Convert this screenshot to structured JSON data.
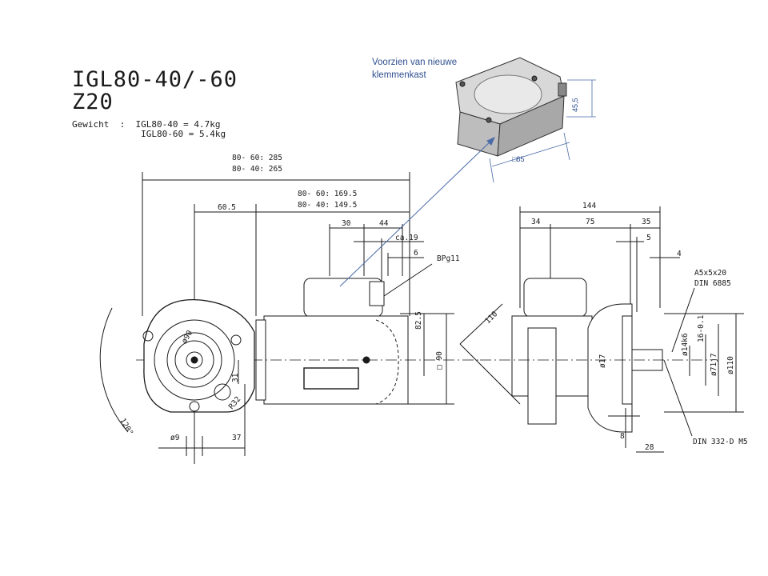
{
  "title": {
    "line1": "IGL80-40/-60",
    "line2": "Z20"
  },
  "weight": {
    "label": "Gewicht",
    "separator": ":",
    "rows": [
      {
        "model": "IGL80-40",
        "value": "= 4.7kg"
      },
      {
        "model": "IGL80-60",
        "value": "= 5.4kg"
      }
    ]
  },
  "note": {
    "line1": "Voorzien van nieuwe",
    "line2": "klemmenkast"
  },
  "terminal_box_dims": {
    "height": "45,5",
    "square": "□85"
  },
  "side_view_dims": {
    "overall_60": "80- 60: 285",
    "overall_40": "80- 40: 265",
    "flange": "60.5",
    "motor_60": "80- 60: 169.5",
    "motor_40": "80- 40: 149.5",
    "d30": "30",
    "d44": "44",
    "ca19": "ca.19",
    "d6": "6",
    "gland": "BPg11",
    "h82_5": "82.5",
    "sq90": "□ 90"
  },
  "front_view_dims": {
    "d90": "ø90",
    "d31": "31",
    "r32": "R32",
    "hole9": "ø9",
    "d37": "37",
    "angle120": "120°"
  },
  "end_view_dims": {
    "total": "144",
    "d34": "34",
    "d75": "75",
    "d35": "35",
    "d5": "5",
    "d4": "4",
    "d110_diag": "110",
    "key": "A5x5x20",
    "key_std": "DIN 6885",
    "d14": "ø14k6",
    "d16": "16-0.1",
    "d71": "ø71j7",
    "d110": "ø110",
    "d17": "ø17",
    "d8": "8",
    "d28": "28",
    "center": "DIN 332-D M5"
  },
  "colors": {
    "line": "#1a1a1a",
    "annotation": "#2f4f8f"
  }
}
